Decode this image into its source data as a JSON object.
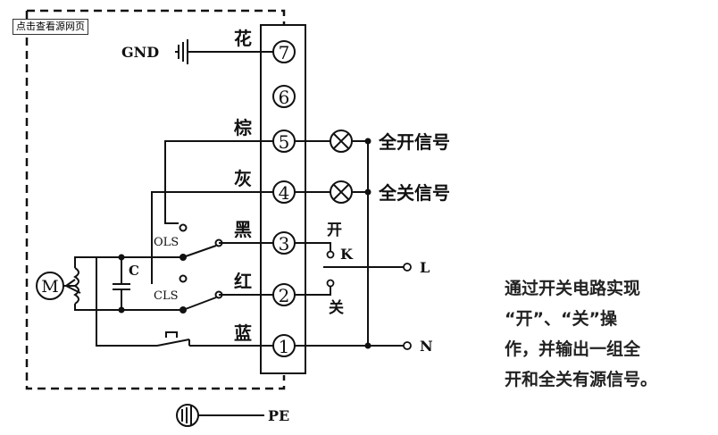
{
  "link": {
    "label": "点击查看源网页"
  },
  "terminals": [
    {
      "number": "7",
      "color": "花"
    },
    {
      "number": "6",
      "color": ""
    },
    {
      "number": "5",
      "color": "棕"
    },
    {
      "number": "4",
      "color": "灰"
    },
    {
      "number": "3",
      "color": "黑"
    },
    {
      "number": "2",
      "color": "红"
    },
    {
      "number": "1",
      "color": "蓝"
    }
  ],
  "labels": {
    "gnd": "GND",
    "pe": "PE",
    "motor": "M",
    "capacitor": "C",
    "ols": "OLS",
    "cls": "CLS",
    "open": "开",
    "close": "关",
    "switch": "K",
    "line": "L",
    "neutral": "N",
    "full_open_signal": "全开信号",
    "full_close_signal": "全关信号"
  },
  "description": [
    "通过开关电路实现",
    "“开”、“关”操",
    "作，并输出一组全",
    "开和全关有源信号。"
  ]
}
